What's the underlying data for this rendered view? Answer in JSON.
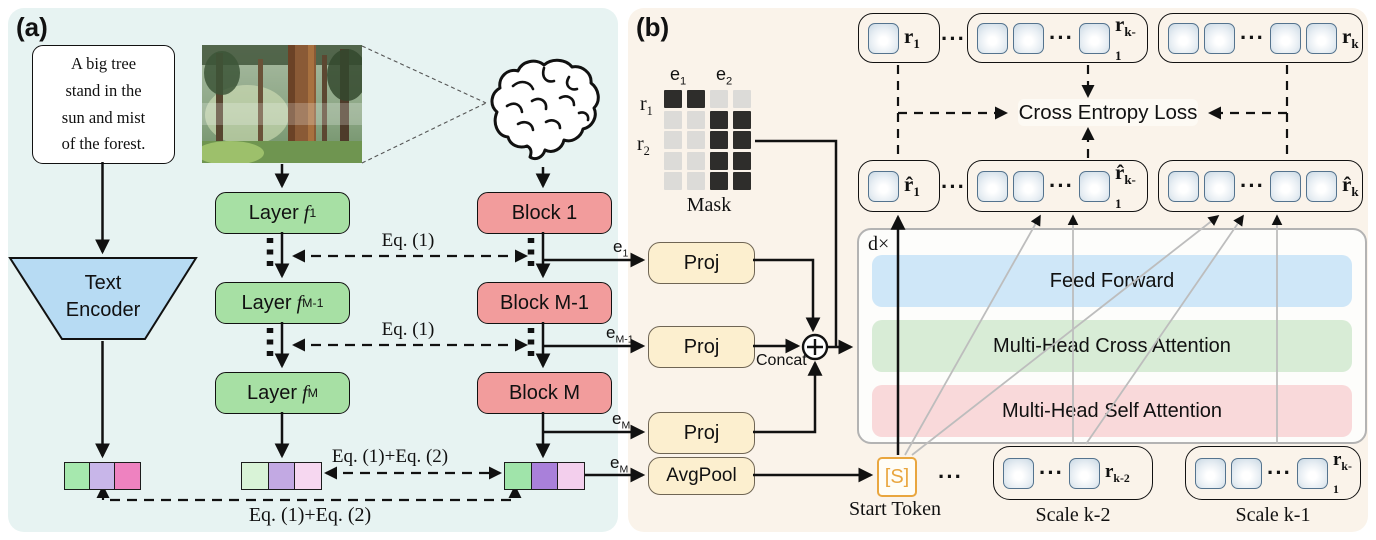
{
  "colors": {
    "panel_a_bg": "#e7f3f2",
    "panel_b_bg": "#faf3ea",
    "layer_green": "#a7e0a4",
    "block_red": "#f29c9c",
    "encoder_blue": "#b7dbf3",
    "proj_cream": "#fcefcf",
    "feed_forward_blue": "#cfe7f8",
    "cross_attn_green": "#d8ecd6",
    "self_attn_pink": "#f9d9da",
    "start_token_orange": "#e9a63f",
    "mask_dark": "#2e2d2b",
    "mask_light": "#dcdbd8",
    "strips": [
      [
        "#a6e8ae",
        "#c8b6e9",
        "#ee82c0"
      ],
      [
        "#d9f3d7",
        "#c2a9e3",
        "#f6d7f0"
      ],
      [
        "#a0e4aa",
        "#a980da",
        "#f3cfed"
      ]
    ]
  },
  "panel_a": {
    "label": "(a)",
    "prompt_lines": [
      "A big tree",
      "stand in the",
      "sun and mist",
      "of the forest."
    ],
    "text_encoder_lines": [
      "Text",
      "Encoder"
    ],
    "layers": [
      {
        "prefix": "Layer",
        "var": "f",
        "sub": "1"
      },
      {
        "prefix": "Layer",
        "var": "f",
        "sub": "M-1"
      },
      {
        "prefix": "Layer",
        "var": "f",
        "sub": "M"
      }
    ],
    "blocks": [
      "Block 1",
      "Block M-1",
      "Block M"
    ],
    "eq1": "Eq. (1)",
    "eq12": "Eq. (1)+Eq. (2)",
    "e_labels": [
      {
        "base": "e",
        "sub": "1"
      },
      {
        "base": "e",
        "sub": "M-1"
      },
      {
        "base": "e",
        "sub": "M"
      },
      {
        "base": "e",
        "sub": "M"
      }
    ]
  },
  "panel_b": {
    "label": "(b)",
    "mask": {
      "col_labels": [
        {
          "base": "e",
          "sub": "1"
        },
        {
          "base": "e",
          "sub": "2"
        }
      ],
      "row_labels": [
        {
          "base": "r",
          "sub": "1"
        },
        {
          "base": "r",
          "sub": "2"
        }
      ],
      "caption": "Mask",
      "pattern": [
        [
          1,
          1,
          0,
          0
        ],
        [
          0,
          0,
          1,
          1
        ],
        [
          0,
          0,
          1,
          1
        ],
        [
          0,
          0,
          1,
          1
        ],
        [
          0,
          0,
          1,
          1
        ]
      ]
    },
    "proj_label": "Proj",
    "avgpool_label": "AvgPool",
    "concat_label": "Concat",
    "depth_label": "d×",
    "transformer_rows": [
      "Feed Forward",
      "Multi-Head Cross Attention",
      "Multi-Head Self Attention"
    ],
    "loss_label": "Cross Entropy Loss",
    "dots": "···",
    "gt_rows": [
      {
        "base": "r",
        "sub": "1"
      },
      {
        "base": "r",
        "sub": "k-1"
      },
      {
        "base": "r",
        "sub": "k"
      }
    ],
    "pred_rows": [
      {
        "base": "r̂",
        "sub": "1"
      },
      {
        "base": "r̂",
        "sub": "k-1"
      },
      {
        "base": "r̂",
        "sub": "k"
      }
    ],
    "start_token": {
      "symbol": "[S]",
      "caption": "Start Token"
    },
    "scales": [
      {
        "token_label": {
          "base": "r",
          "sub": "k-2"
        },
        "caption": "Scale k-2"
      },
      {
        "token_label": {
          "base": "r",
          "sub": "k-1"
        },
        "caption": "Scale k-1"
      }
    ]
  }
}
